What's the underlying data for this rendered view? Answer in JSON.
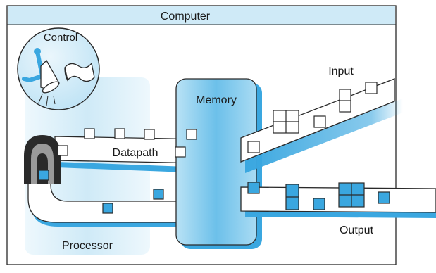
{
  "labels": {
    "title": "Computer",
    "control": "Control",
    "memory": "Memory",
    "input": "Input",
    "datapath": "Datapath",
    "processor": "Processor",
    "output": "Output"
  },
  "colors": {
    "frame": "#2a2a2a",
    "title_bar": "#cfeaf7",
    "processor_glow": "#d6eef9",
    "memory_fill": "#7fc9ec",
    "belt_shadow": "#3aa7e0",
    "box_blue": "#3aa7e0",
    "box_white": "#ffffff",
    "tunnel_dark": "#2a2a2a",
    "tunnel_gray": "#9a9a9a"
  },
  "icons": {
    "control": "eye-hand-control-icon",
    "tunnel": "tunnel-arch-icon"
  }
}
